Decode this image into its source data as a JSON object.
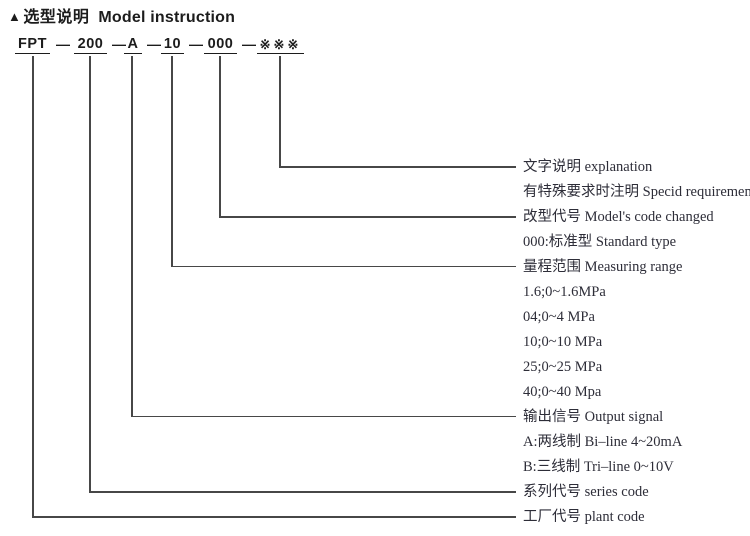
{
  "header": {
    "marker": "▲",
    "title_zh": "选型说明",
    "title_en": "Model instruction"
  },
  "model_code": {
    "separator": "—",
    "segments": [
      "FPT",
      "200",
      "A",
      "10",
      "000",
      "※※※"
    ]
  },
  "labels": [
    "文字说明 explanation",
    "有特殊要求时注明 Specid requirement",
    "改型代号  Model's code changed",
    "000:标准型  Standard type",
    "量程范围  Measuring range",
    "1.6;0~1.6MPa",
    "04;0~4 MPa",
    "10;0~10 MPa",
    "25;0~25 MPa",
    "40;0~40 Mpa",
    "输出信号 Output signal",
    "A:两线制 Bi–line 4~20mA",
    "B:三线制 Tri–line 0~10V",
    "系列代号 series code",
    "工厂代号 plant code"
  ],
  "colors": {
    "text_black": "#1c1c1c",
    "label_ink": "#2d2d38",
    "line": "#474747",
    "background": "#ffffff"
  }
}
